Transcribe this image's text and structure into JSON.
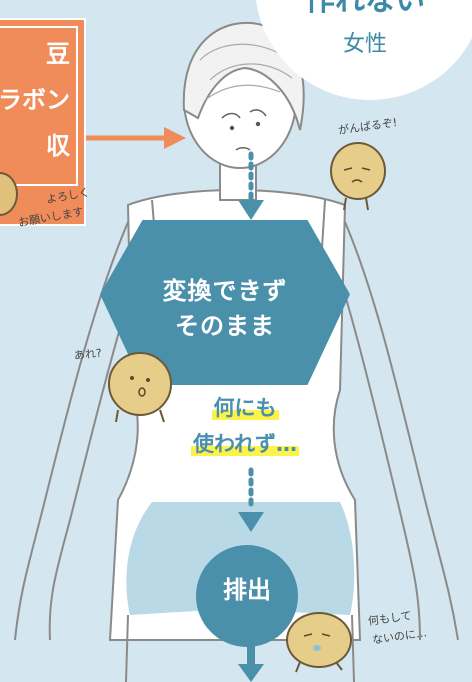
{
  "colors": {
    "background": "#d4e6ef",
    "accent_blue": "#4a90ab",
    "accent_orange": "#f08c5a",
    "highlight_yellow": "#fcf24a"
  },
  "top_bubble": {
    "title": "作れない",
    "subtitle": "女性"
  },
  "left_box": {
    "line1": "豆",
    "line2": "ラボン",
    "line3": "収"
  },
  "speech": {
    "top_right": "がんばるぞ!",
    "left_line1": "よろしく",
    "left_line2": "お願いします",
    "middle_left": "あれ?",
    "bottom_right_line1": "何もして",
    "bottom_right_line2": "ないのに…"
  },
  "octagon": {
    "line1": "変換できず",
    "line2": "そのまま"
  },
  "highlight": {
    "line1": "何にも",
    "line2": "使われず…"
  },
  "exit_circle": {
    "label": "排出"
  },
  "icons": [
    "woman-body-illustration",
    "soybean-character-icon",
    "down-arrow-icon",
    "right-arrow-icon"
  ]
}
